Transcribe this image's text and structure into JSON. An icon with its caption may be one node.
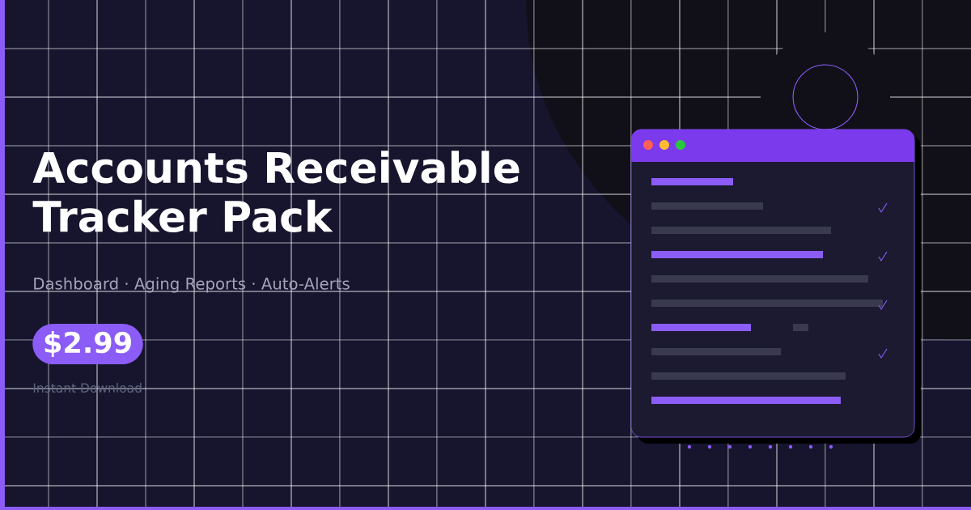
{
  "diagram": {
    "title": "Accounts Receivable Tracker Pack",
    "nodes": [
      {
        "text": [
          "$2.99"
        ]
      }
    ],
    "labels": [
      "Dashboard · Aging Reports · Auto-Alerts",
      "Instant Download"
    ]
  }
}
